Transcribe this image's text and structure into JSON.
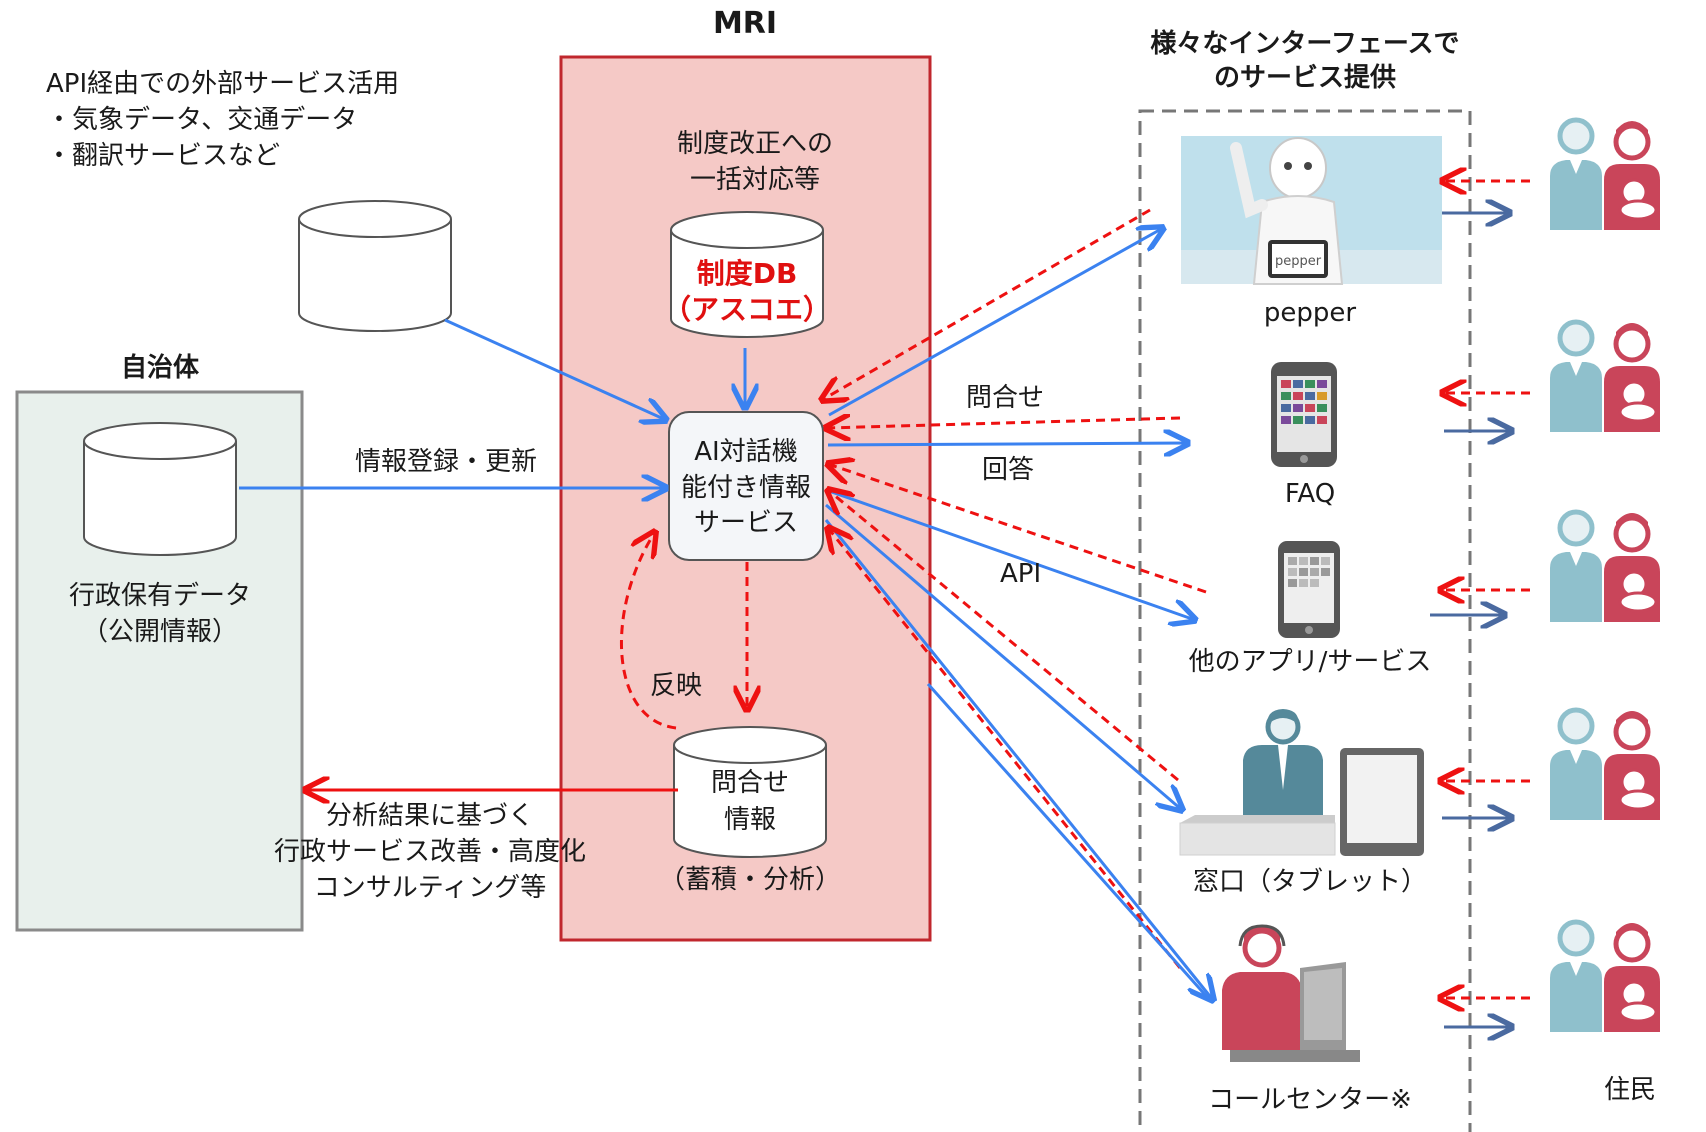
{
  "mri": {
    "title": "MRI",
    "batch_note": [
      "制度改正への",
      "一括対応等"
    ],
    "db_label": [
      "制度DB",
      "（アスコエ）"
    ],
    "ai_service": [
      "AI対話機",
      "能付き情報",
      "サービス"
    ],
    "inquiry_db": [
      "問合せ",
      "情報"
    ],
    "inquiry_note": "（蓄積・分析）",
    "reflect": "反映"
  },
  "external": {
    "lines": [
      "API経由での外部サービス活用",
      "・気象データ、交通データ",
      "・翻訳サービスなど"
    ]
  },
  "municipality": {
    "title": "自治体",
    "data_label": [
      "行政保有データ",
      "（公開情報）"
    ]
  },
  "flows": {
    "register": "情報登録・更新",
    "feedback": [
      "分析結果に基づく",
      "行政サービス改善・高度化",
      "コンサルティング等"
    ],
    "inquiry": "問合せ",
    "answer": "回答",
    "api": "API"
  },
  "interfaces": {
    "title": [
      "様々なインターフェースで",
      "のサービス提供"
    ],
    "items": [
      "pepper",
      "FAQ",
      "他のアプリ/サービス",
      "窓口（タブレット）",
      "コールセンター※"
    ],
    "pepper_screen": "pepper"
  },
  "residents": {
    "label": "住民"
  },
  "colors": {
    "blue_arrow": "#3b82f0",
    "red_arrow": "#ee1111",
    "mri_fill": "#f5c9c6",
    "mri_border": "#c0272d",
    "muni_fill": "#e8f0ec",
    "person_teal": "#8fc0cc",
    "person_pink": "#c9455a",
    "staff_teal": "#55899a"
  }
}
